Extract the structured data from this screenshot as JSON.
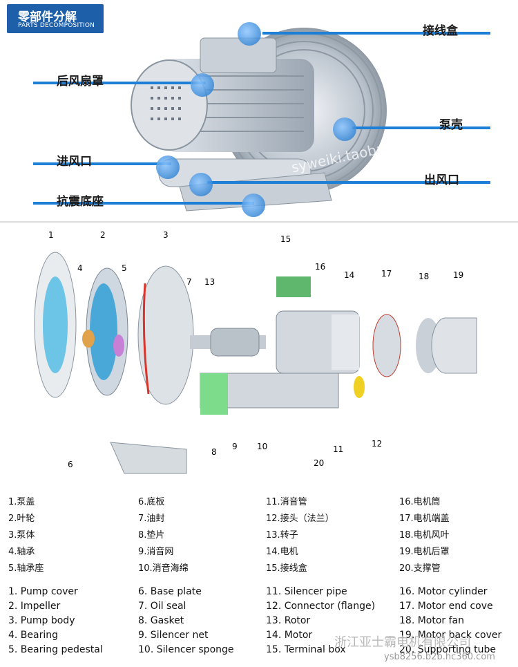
{
  "header": {
    "title_cn": "零部件分解",
    "title_en": "PARTS DECOMPOSITION"
  },
  "callouts": {
    "junction_box": "接线盒",
    "rear_fan_cover": "后风扇罩",
    "pump_housing": "泵壳",
    "air_inlet": "进风口",
    "air_outlet": "出风口",
    "shock_base": "抗震底座"
  },
  "watermarks": {
    "site": "syweiki.taobao.com",
    "footer": "ysb8256.b2b.hc360.com"
  },
  "diagram_numbers": [
    "1",
    "2",
    "3",
    "4",
    "5",
    "6",
    "7",
    "8",
    "9",
    "10",
    "11",
    "12",
    "13",
    "14",
    "15",
    "16",
    "17",
    "18",
    "19",
    "20"
  ],
  "parts_cn": [
    [
      "1.泵盖",
      "6.底板",
      "11.消音管",
      "16.电机筒"
    ],
    [
      "2.叶轮",
      "7.油封",
      "12.接头（法兰）",
      "17.电机端盖"
    ],
    [
      "3.泵体",
      "8.垫片",
      "13.转子",
      "18.电机风叶"
    ],
    [
      "4.轴承",
      "9.消音网",
      "14.电机",
      "19.电机后罩"
    ],
    [
      "5.轴承座",
      "10.消音海绵",
      "15.接线盒",
      "20.支撑管"
    ]
  ],
  "parts_en": [
    [
      "1. Pump cover",
      "6. Base plate",
      "11. Silencer pipe",
      "16. Motor cylinder"
    ],
    [
      "2. Impeller",
      "7. Oil seal",
      "12. Connector (flange)",
      "17. Motor end cove"
    ],
    [
      "3. Pump body",
      "8. Gasket",
      "13. Rotor",
      "18. Motor fan"
    ],
    [
      "4. Bearing",
      "9. Silencer net",
      "14. Motor",
      "19. Motor back cover"
    ],
    [
      "5. Bearing pedestal",
      "10. Silencer sponge",
      "15. Terminal box",
      "20. Supporting tube"
    ]
  ],
  "company": "浙江亚士霸电机有限公司"
}
